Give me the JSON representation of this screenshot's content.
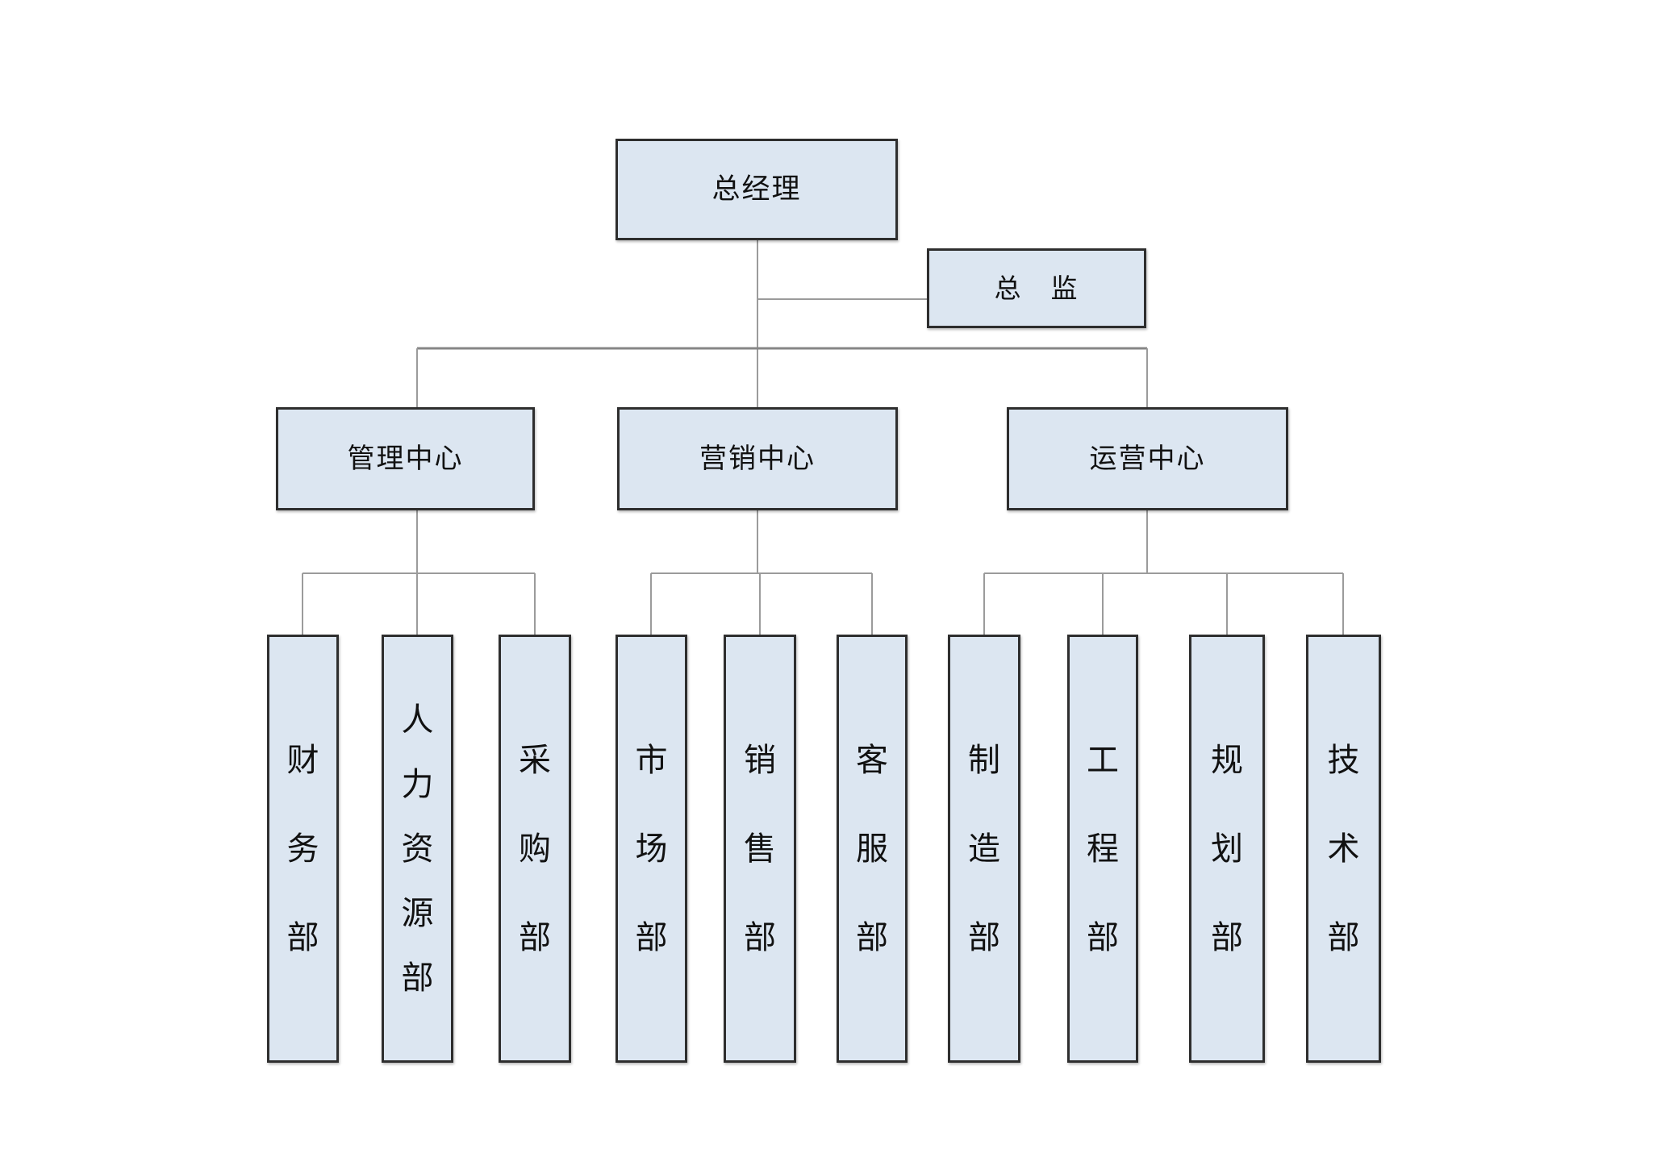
{
  "diagram": {
    "type": "org-chart",
    "root": {
      "label": "总经理"
    },
    "assistant": {
      "label": "总　监"
    },
    "centers": [
      {
        "label": "管理中心",
        "departments": [
          "财务部",
          "人力资源部",
          "采购部"
        ]
      },
      {
        "label": "营销中心",
        "departments": [
          "市场部",
          "销售部",
          "客服部"
        ]
      },
      {
        "label": "运营中心",
        "departments": [
          "制造部",
          "工程部",
          "规划部",
          "技术部"
        ]
      }
    ],
    "colors": {
      "box_fill": "#dce6f1",
      "box_border": "#2e2e2e",
      "connector": "#9b9b9b",
      "text": "#111111",
      "background": "#ffffff"
    }
  }
}
